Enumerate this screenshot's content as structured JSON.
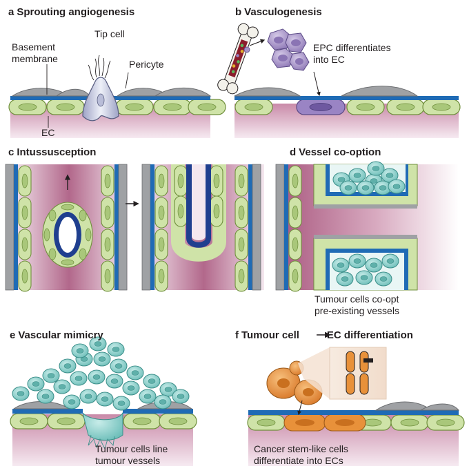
{
  "colors": {
    "lumen_light": "#f3e6ee",
    "lumen_dark": "#a8577e",
    "basement_membrane": "#1f6bb5",
    "basement_dark": "#163f8f",
    "endothelial_cell": "#cfe3a8",
    "endothelial_outline": "#6f8f3c",
    "pericyte": "#9fa1a4",
    "tip_cell": "#c6cae0",
    "epc": "#a795c8",
    "tumour_cell": "#8fd0cc",
    "cancer_stem_cell": "#e8913a",
    "chromosome": "#e8913a"
  },
  "panels": {
    "a": {
      "letter": "a",
      "title": "Sprouting angiogenesis",
      "labels": {
        "tip_cell": "Tip cell",
        "basement_1": "Basement",
        "basement_2": "membrane",
        "pericyte": "Pericyte",
        "ec": "EC"
      }
    },
    "b": {
      "letter": "b",
      "title": "Vasculogenesis",
      "labels": {
        "epc_1": "EPC differentiates",
        "epc_2": "into EC"
      }
    },
    "c": {
      "letter": "c",
      "title": "Intussusception"
    },
    "d": {
      "letter": "d",
      "title": "Vessel co-option",
      "labels": {
        "line1": "Tumour cells co-opt",
        "line2": "pre-existing vessels"
      }
    },
    "e": {
      "letter": "e",
      "title": "Vascular mimicry",
      "labels": {
        "line1": "Tumour cells line",
        "line2": "tumour vessels"
      }
    },
    "f": {
      "letter": "f",
      "title_left": "Tumour cell",
      "title_right": "EC differentiation",
      "labels": {
        "line1": "Cancer stem-like cells",
        "line2": "differentiate into ECs"
      }
    }
  }
}
